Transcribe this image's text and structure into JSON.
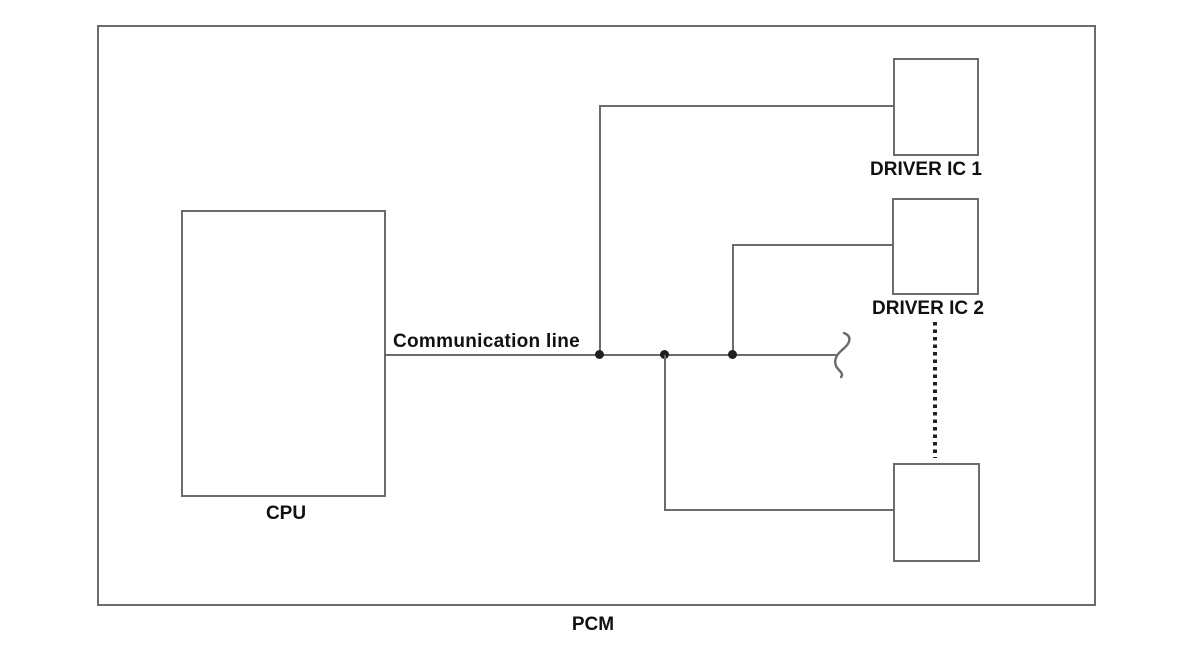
{
  "diagram": {
    "title": "PCM",
    "cpu_label": "CPU",
    "communication_line_label": "Communication line",
    "driver_ic_1_label": "DRIVER IC 1",
    "driver_ic_2_label": "DRIVER IC 2",
    "colors": {
      "background": "#ffffff",
      "line": "#6f6a66",
      "text": "#111111",
      "junction_dot": "#231f1d"
    }
  }
}
